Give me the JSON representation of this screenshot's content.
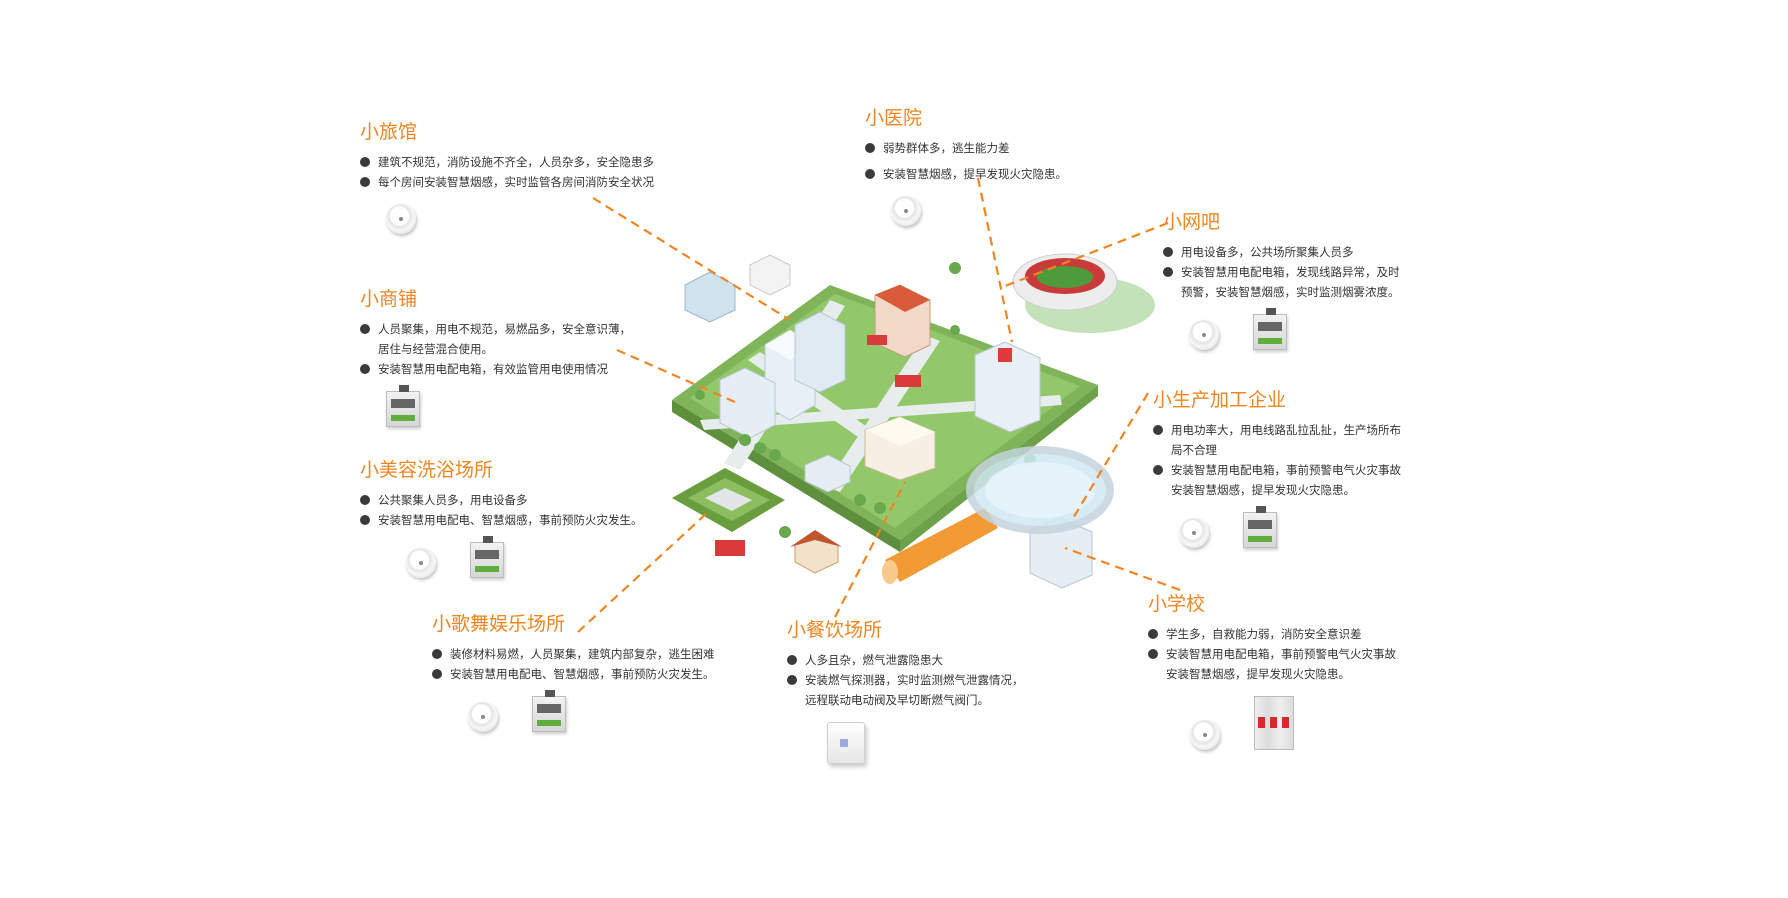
{
  "colors": {
    "accent": "#f08522",
    "bullet": "#3a3a3a",
    "text": "#333333",
    "ground": "#8cc063"
  },
  "sections": [
    {
      "id": "hotel",
      "title": "小旅馆",
      "lines": [
        [
          "建筑不规范，消防设施不齐全，人员杂多，安全隐患多"
        ],
        [
          "每个房间安装智慧烟感，实时监管各房间消防安全状况"
        ]
      ],
      "devices": [
        "smoke-detector"
      ]
    },
    {
      "id": "hospital",
      "title": "小医院",
      "lines": [
        [
          "弱势群体多，逃生能力差"
        ],
        [
          "安装智慧烟感，提早发现火灾隐患。"
        ]
      ],
      "devices": [
        "smoke-detector"
      ]
    },
    {
      "id": "netcafe",
      "title": "小网吧",
      "lines": [
        [
          "用电设备多，公共场所聚集人员多"
        ],
        [
          "安装智慧用电配电箱，发现线路异常，及时",
          "预警，安装智慧烟感，实时监测烟雾浓度。"
        ]
      ],
      "devices": [
        "smoke-detector",
        "power-distribution-box"
      ]
    },
    {
      "id": "shop",
      "title": "小商铺",
      "lines": [
        [
          "人员聚集，用电不规范，易燃品多，安全意识薄，",
          "居住与经营混合使用。"
        ],
        [
          "安装智慧用电配电箱，有效监管用电使用情况"
        ]
      ],
      "devices": [
        "power-distribution-box"
      ]
    },
    {
      "id": "factory",
      "title": "小生产加工企业",
      "lines": [
        [
          "用电功率大，用电线路乱拉乱扯，生产场所布",
          "局不合理"
        ],
        [
          "安装智慧用电配电箱，事前预警电气火灾事故",
          "安装智慧烟感，提早发现火灾隐患。"
        ]
      ],
      "devices": [
        "smoke-detector",
        "power-distribution-box"
      ]
    },
    {
      "id": "beauty",
      "title": "小美容洗浴场所",
      "lines": [
        [
          "公共聚集人员多，用电设备多"
        ],
        [
          "安装智慧用电配电、智慧烟感，事前预防火灾发生。"
        ]
      ],
      "devices": [
        "smoke-detector",
        "power-distribution-box"
      ]
    },
    {
      "id": "karaoke",
      "title": "小歌舞娱乐场所",
      "lines": [
        [
          "装修材料易燃，人员聚集，建筑内部复杂，逃生困难"
        ],
        [
          "安装智慧用电配电、智慧烟感，事前预防火灾发生。"
        ]
      ],
      "devices": [
        "smoke-detector",
        "power-distribution-box"
      ]
    },
    {
      "id": "restaurant",
      "title": "小餐饮场所",
      "lines": [
        [
          "人多且杂，燃气泄露隐患大"
        ],
        [
          "安装燃气探测器，实时监测燃气泄露情况，",
          "远程联动电动阀及早切断燃气阀门。"
        ]
      ],
      "devices": [
        "gas-detector"
      ]
    },
    {
      "id": "school",
      "title": "小学校",
      "lines": [
        [
          "学生多，自救能力弱，消防安全意识差"
        ],
        [
          "安装智慧用电配电箱，事前预警电气火灾事故",
          "安装智慧烟感，提早发现火灾隐患。"
        ]
      ],
      "devices": [
        "smoke-detector",
        "circuit-breaker"
      ]
    }
  ]
}
